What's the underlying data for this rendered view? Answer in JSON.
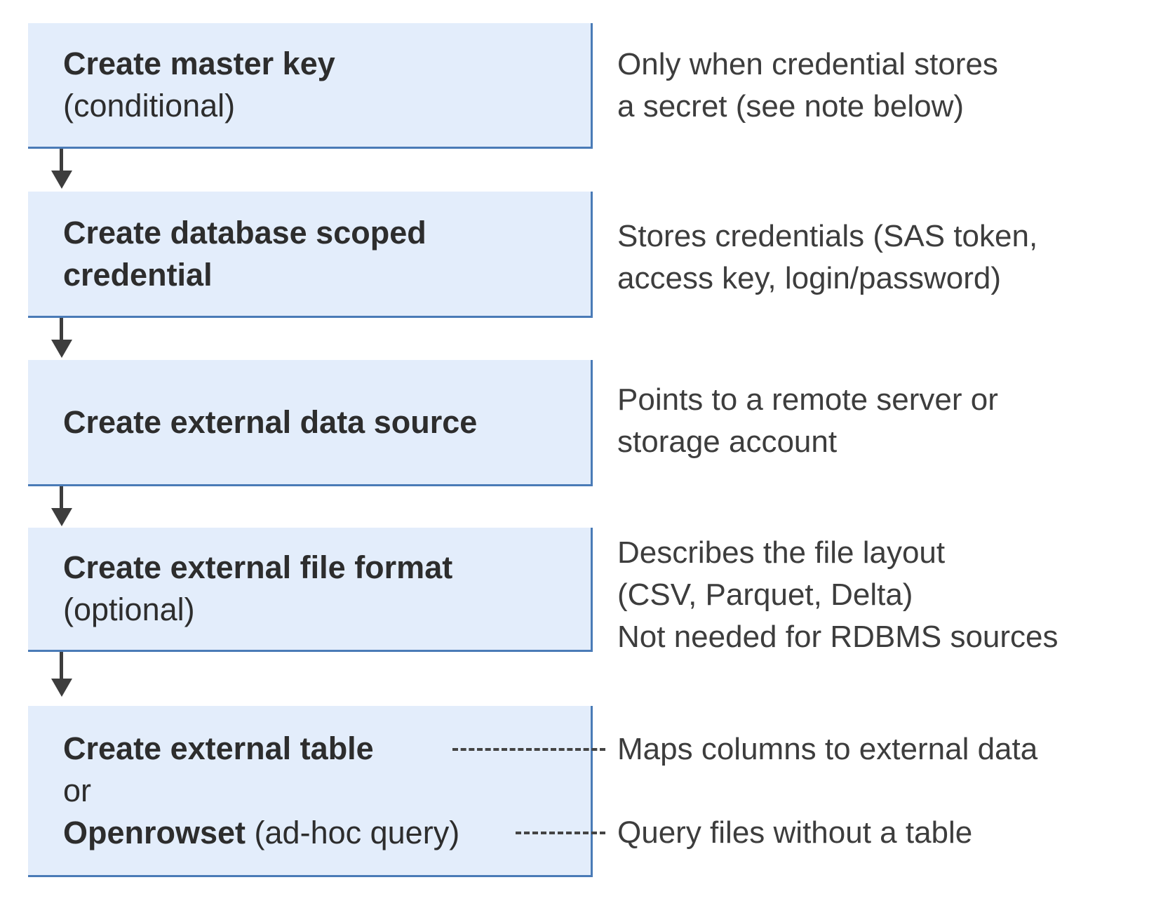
{
  "diagram": {
    "title_hint": "Steps to create and query external data",
    "boxes": [
      {
        "id": "create-master-key",
        "lines": [
          {
            "text": "Create master key",
            "bold": true
          },
          {
            "text": "(conditional)",
            "bold": false
          }
        ]
      },
      {
        "id": "create-database-scoped-credential",
        "lines": [
          {
            "text": "Create database scoped",
            "bold": true
          },
          {
            "text": "credential",
            "bold": true
          }
        ]
      },
      {
        "id": "create-external-data-source",
        "lines": [
          {
            "text": "Create external data source",
            "bold": true
          }
        ]
      },
      {
        "id": "create-external-file-format",
        "lines": [
          {
            "text": "Create external file format",
            "bold": true
          },
          {
            "text": "(optional)",
            "bold": false
          }
        ]
      },
      {
        "id": "create-external-table-or-openrowset",
        "lines": [
          {
            "text": "Create external table",
            "bold": true
          },
          {
            "text": "or",
            "bold": false
          },
          {
            "text": "Openrowset",
            "bold": true,
            "suffix": " (ad-hoc query)"
          }
        ]
      }
    ],
    "notes": [
      {
        "id": "note-master-key",
        "lines": [
          "Only when credential stores",
          "a secret (see note below)"
        ]
      },
      {
        "id": "note-credential",
        "lines": [
          "Stores credentials (SAS token,",
          "access key, login/password)"
        ]
      },
      {
        "id": "note-data-source",
        "lines": [
          "Points to a remote server or",
          "storage account"
        ]
      },
      {
        "id": "note-file-format",
        "lines": [
          "Describes the file layout",
          "(CSV, Parquet, Delta)",
          "Not needed for RDBMS sources"
        ]
      },
      {
        "id": "note-external-table",
        "lines": [
          "Maps columns to external data"
        ]
      },
      {
        "id": "note-openrowset",
        "lines": [
          "Query files without a table"
        ]
      }
    ],
    "colors": {
      "box_fill": "#e3edfb",
      "box_border": "#4a7bb7",
      "arrow_color": "#3d3d3d",
      "box_text": "#2d2d2d",
      "note_text": "#3d3d3d",
      "dash_color": "#444444",
      "background": "#ffffff"
    }
  }
}
